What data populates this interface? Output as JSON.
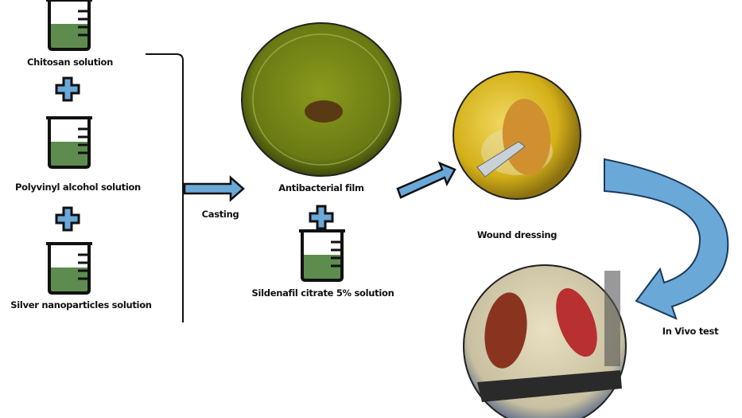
{
  "labels": {
    "chitosan": "Chitosan solution",
    "pva": "Polyvinyl alcohol solution",
    "silver": "Silver nanoparticles solution",
    "casting": "Casting",
    "film": "Antibacterial film",
    "sildenafil": "Sildenafil citrate 5% solution",
    "dressing": "Wound dressing",
    "invivo": "In Vivo test"
  },
  "colors": {
    "liquid": "#5e8c4e",
    "arrow": "#6aa8d8",
    "dish": "#7c8a1a",
    "dressing_bg": "#d8b418"
  }
}
